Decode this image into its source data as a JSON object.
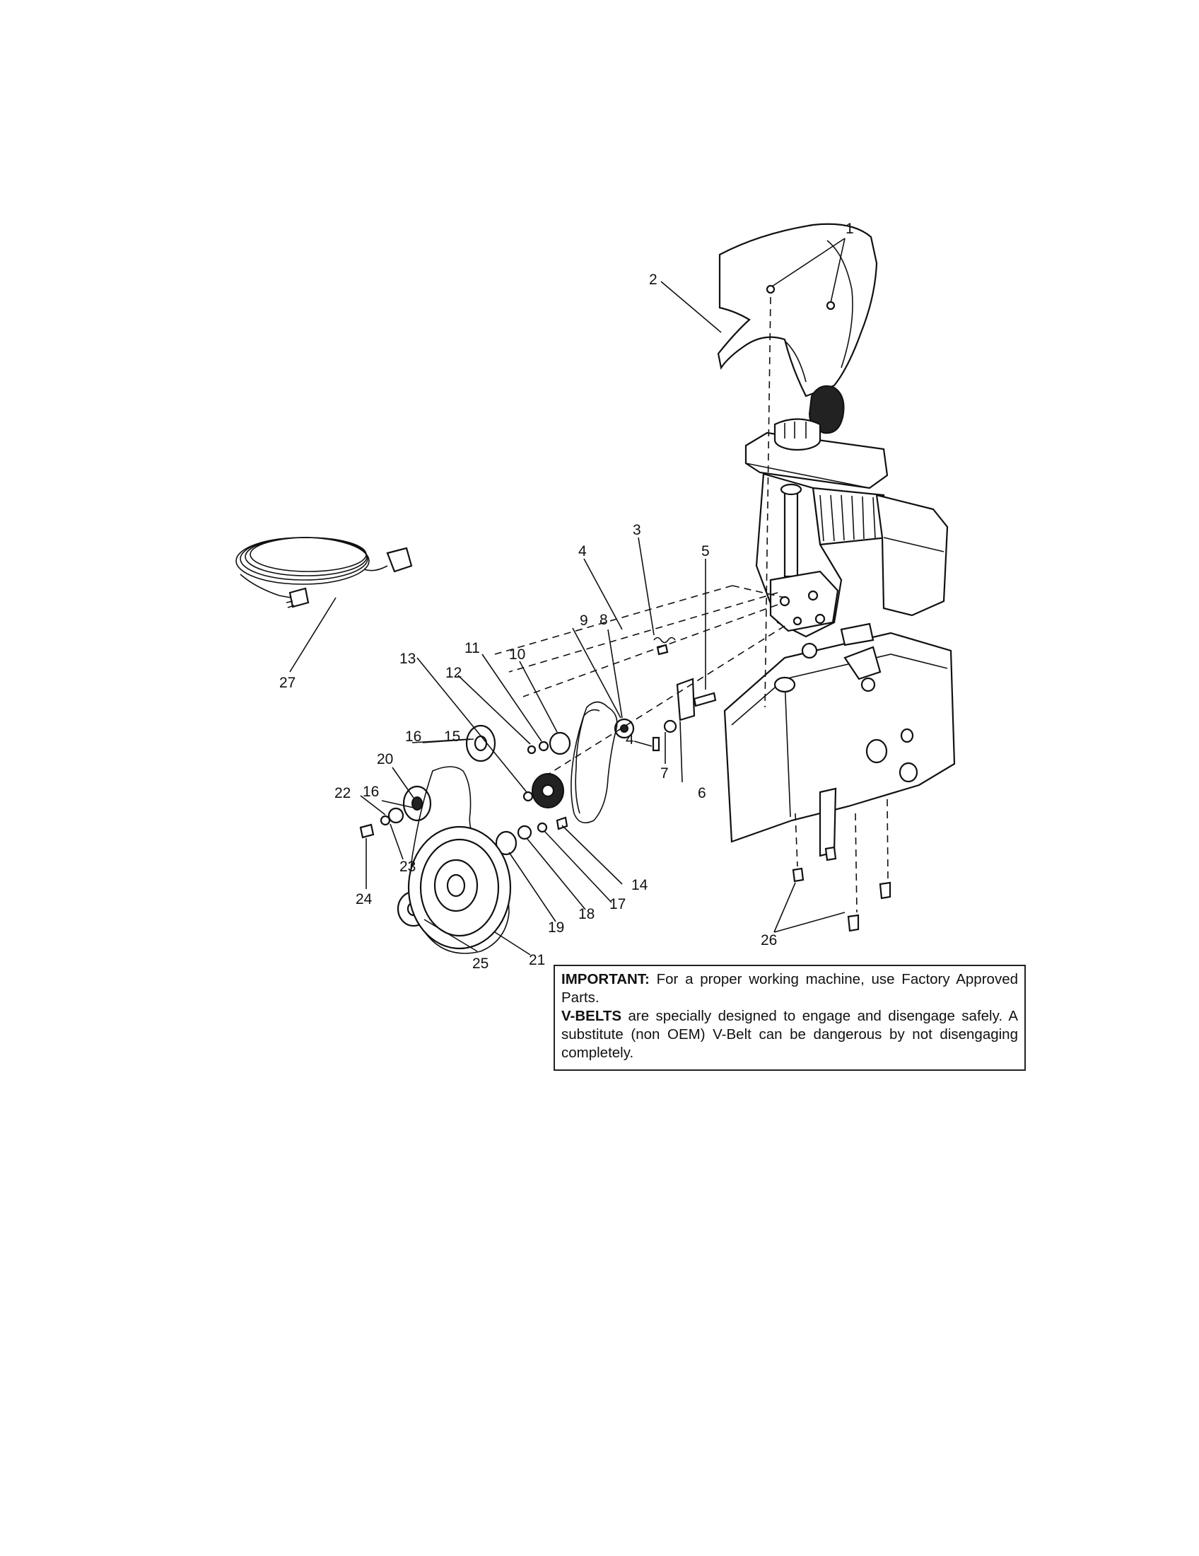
{
  "notice": {
    "important_label": "IMPORTANT:",
    "important_text": "For a proper working machine, use Factory Approved Parts.",
    "vbelts_label": "V-BELTS",
    "vbelts_text": "are specially designed to engage and disengage safely. A substitute (non OEM) V-Belt can be dangerous by not disengaging completely."
  },
  "callouts": {
    "c1": "1",
    "c2": "2",
    "c3": "3",
    "c4a": "4",
    "c4b": "4",
    "c5": "5",
    "c6": "6",
    "c7": "7",
    "c8": "8",
    "c9": "9",
    "c10": "10",
    "c11": "11",
    "c12": "12",
    "c13": "13",
    "c14": "14",
    "c15": "15",
    "c16a": "16",
    "c16b": "16",
    "c17": "17",
    "c18": "18",
    "c19": "19",
    "c20": "20",
    "c21": "21",
    "c22": "22",
    "c23": "23",
    "c24": "24",
    "c25": "25",
    "c26": "26",
    "c27": "27"
  },
  "icons": {
    "engine": "engine-assembly-icon",
    "cord": "extension-cord-icon",
    "pulley": "pulley-icon",
    "belt": "v-belt-icon"
  }
}
